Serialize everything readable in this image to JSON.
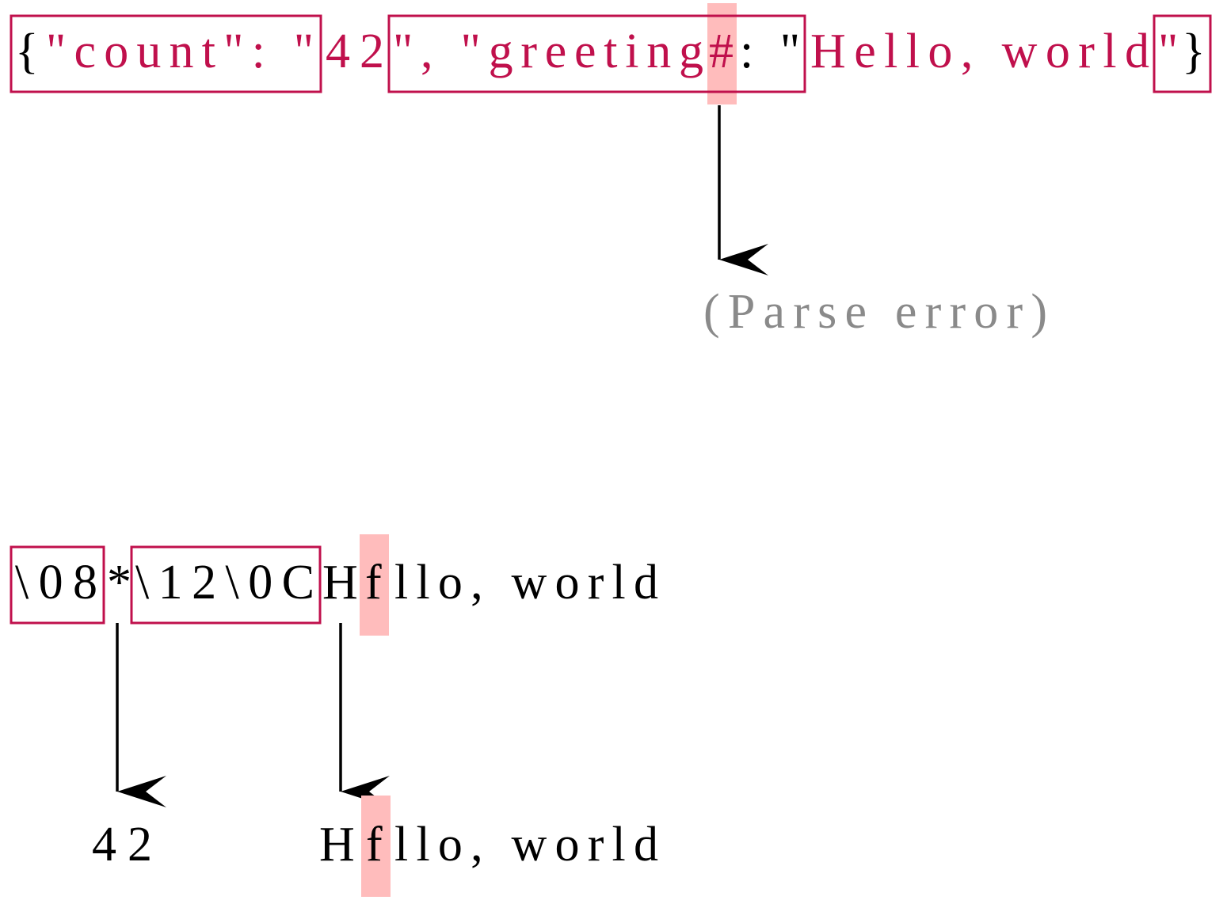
{
  "colors": {
    "accent": "#c0104c",
    "highlight": "#ffbcbc",
    "text": "#000000",
    "muted": "#8a8a8a",
    "background": "#ffffff"
  },
  "json_line": {
    "open_brace": "{",
    "box1": "\"count\": \"",
    "value_42": "42",
    "box2_pre": "\", \"greeting",
    "corrupted_char": "#",
    "box2_post": ": \"",
    "value_hello": "Hello, world",
    "box3": "\"",
    "close_brace": "}"
  },
  "parse_error": "(Parse error)",
  "binary_line": {
    "box1": "\\08",
    "value_42": "*",
    "box2": "\\12\\0C",
    "hello_pre": "H",
    "corrupted_char": "f",
    "hello_post": "llo, world"
  },
  "decoded": {
    "count": "42",
    "greeting_pre": "H",
    "greeting_corrupted": "f",
    "greeting_post": "llo, world"
  }
}
